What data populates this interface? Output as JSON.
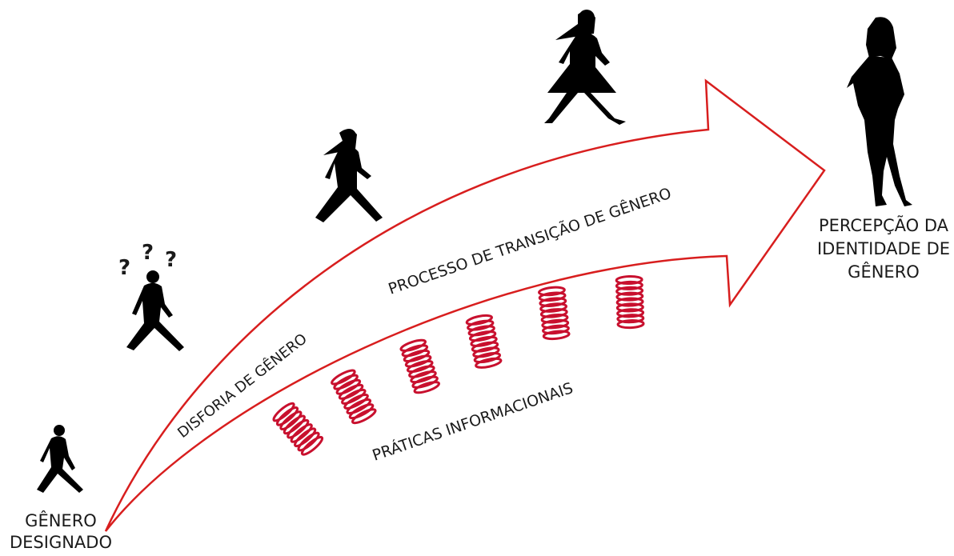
{
  "diagram": {
    "arrow_label": "PROCESSO DE TRANSIÇÃO DE GÊNERO",
    "dysphoria_label": "DISFORIA DE GÊNERO",
    "practices_label": "PRÁTICAS INFORMACIONAIS",
    "start_label": "GÊNERO\nDESIGNADO",
    "end_label": "PERCEPÇÃO DA\nIDENTIDADE DE\nGÊNERO",
    "question_marks": [
      "?",
      "?",
      "?"
    ],
    "arrow_color": "#d81e1e",
    "spring_color": "#c8102e",
    "figure_color": "#000000",
    "spring_count": 6,
    "figure_stages": [
      "man-walking",
      "questioning-person",
      "transitioning-person-long-hair",
      "woman-walking-dress",
      "woman-standing"
    ]
  }
}
